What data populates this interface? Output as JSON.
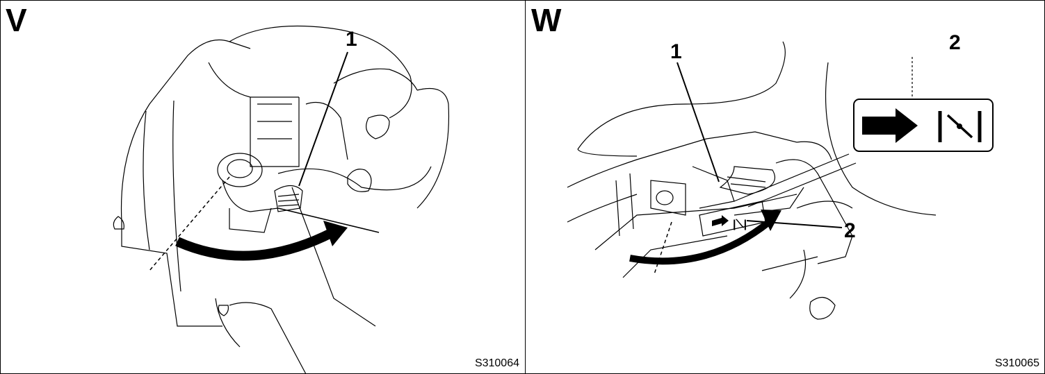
{
  "panels": [
    {
      "letter": "V",
      "code": "S310064",
      "callouts": [
        "1"
      ]
    },
    {
      "letter": "W",
      "code": "S310065",
      "callouts": [
        "1",
        "2",
        "2"
      ],
      "label_icon": "choke-lever-arrow-icon"
    }
  ]
}
